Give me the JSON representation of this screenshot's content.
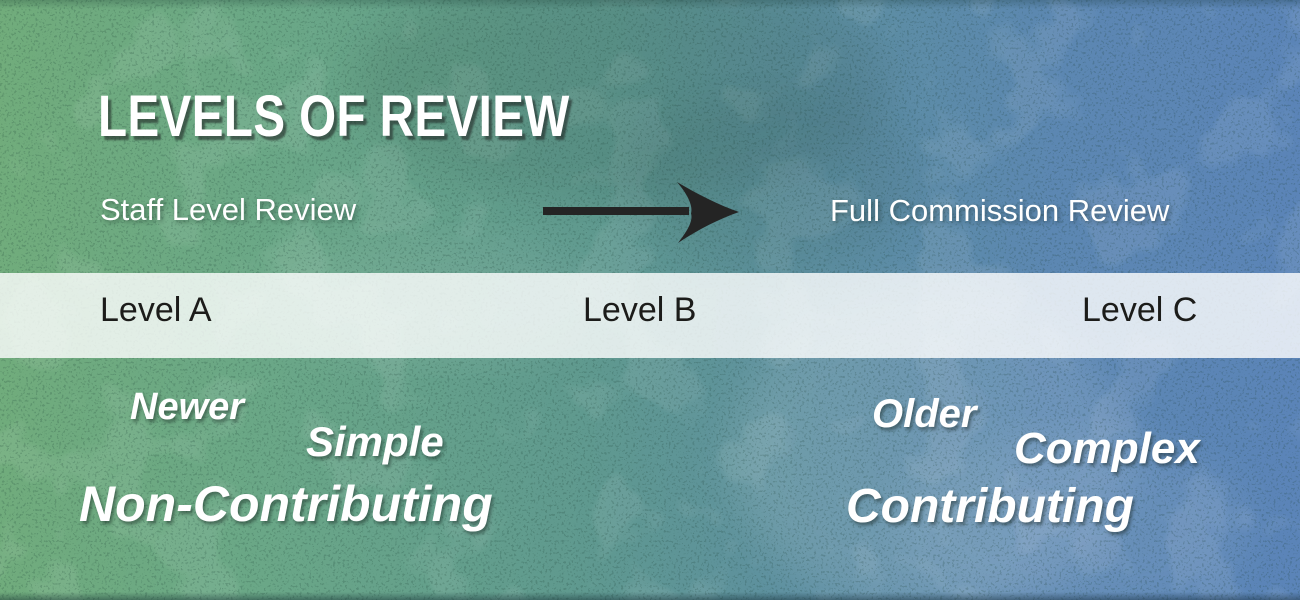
{
  "title": "LEVELS OF REVIEW",
  "flow": {
    "staff_label": "Staff Level Review",
    "commission_label": "Full Commission Review",
    "arrow_icon": "right-arrow"
  },
  "band": {
    "levels": [
      {
        "label": "Level A"
      },
      {
        "label": "Level B"
      },
      {
        "label": "Level C"
      }
    ]
  },
  "traits": {
    "staff_side": [
      "Newer",
      "Simple",
      "Non-Contributing"
    ],
    "commission_side": [
      "Older",
      "Complex",
      "Contributing"
    ]
  },
  "colors": {
    "gradient_left_green": "#71AC7B",
    "gradient_mid_teal": "#5F998F",
    "gradient_right_blue": "#5B84B8",
    "band_overlay": "rgba(255,255,255,0.80)",
    "band_text": "#1C1C1A",
    "arrow": "#242424",
    "text_white": "#FFFFFF"
  }
}
